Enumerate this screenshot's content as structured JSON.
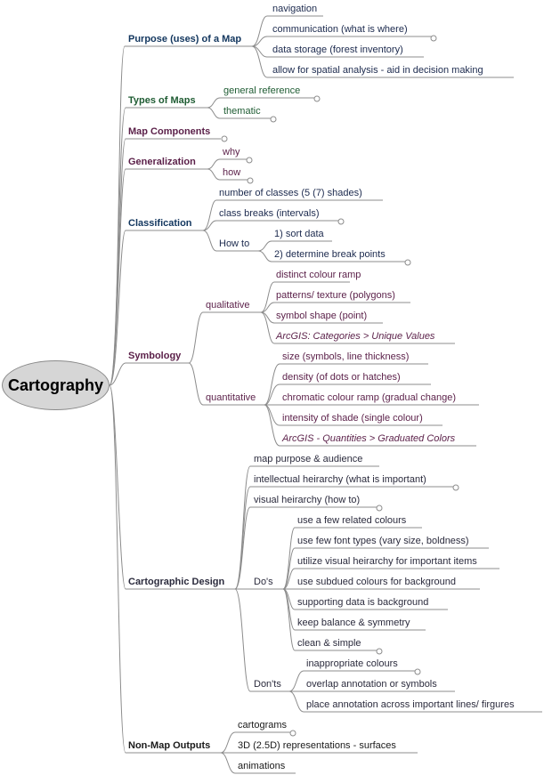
{
  "root": "Cartography",
  "colors": {
    "navy": "#12365e",
    "green": "#1f5c33",
    "maroon": "#5a1f48",
    "dark": "#2b2b3d",
    "line": "#8c8c8c"
  },
  "branches": [
    {
      "label": "Purpose (uses) of a Map",
      "color": "#12365e",
      "items": [
        "navigation",
        "communication (what is where)",
        "data storage (forest inventory)",
        "allow for spatial analysis - aid in decision making"
      ]
    },
    {
      "label": "Types of Maps",
      "color": "#1f5c33",
      "items": [
        "general reference",
        "thematic"
      ]
    },
    {
      "label": "Map Components",
      "color": "#5a1f48",
      "items": []
    },
    {
      "label": "Generalization",
      "color": "#5a1f48",
      "items": [
        "why",
        "how"
      ]
    },
    {
      "label": "Classification",
      "color": "#12365e",
      "items": [
        "number of classes (5 (7) shades)",
        "class breaks (intervals)"
      ],
      "group": {
        "label": "How to",
        "items": [
          "1) sort data",
          "2) determine break points"
        ]
      }
    },
    {
      "label": "Symbology",
      "color": "#5a1f48",
      "groups": [
        {
          "label": "qualitative",
          "items": [
            "distinct colour ramp",
            "patterns/ texture (polygons)",
            "symbol shape (point)",
            "ArcGIS: Categories > Unique Values"
          ]
        },
        {
          "label": "quantitative",
          "items": [
            "size (symbols, line thickness)",
            "density (of dots or hatches)",
            "chromatic colour ramp (gradual change)",
            "intensity of shade (single colour)",
            "ArcGIS - Quantities > Graduated Colors"
          ]
        }
      ]
    },
    {
      "label": "Cartographic Design",
      "color": "#2b2b3d",
      "items": [
        "map purpose & audience",
        "intellectual heirarchy (what is important)",
        "visual heirarchy (how to)"
      ],
      "dos": {
        "label": "Do's",
        "items": [
          "use a few related colours",
          "use few font types (vary size, boldness)",
          "utilize visual heirarchy for important items",
          "use subdued colours for background",
          "supporting data is background",
          "keep balance & symmetry",
          "clean & simple"
        ]
      },
      "donts": {
        "label": "Don'ts",
        "items": [
          "inappropriate colours",
          "overlap annotation or symbols",
          "place annotation across important lines/ firgures"
        ]
      }
    },
    {
      "label": "Non-Map Outputs",
      "color": "#1a1a1a",
      "items": [
        "cartograms",
        "3D (2.5D) representations - surfaces",
        "animations"
      ]
    }
  ]
}
